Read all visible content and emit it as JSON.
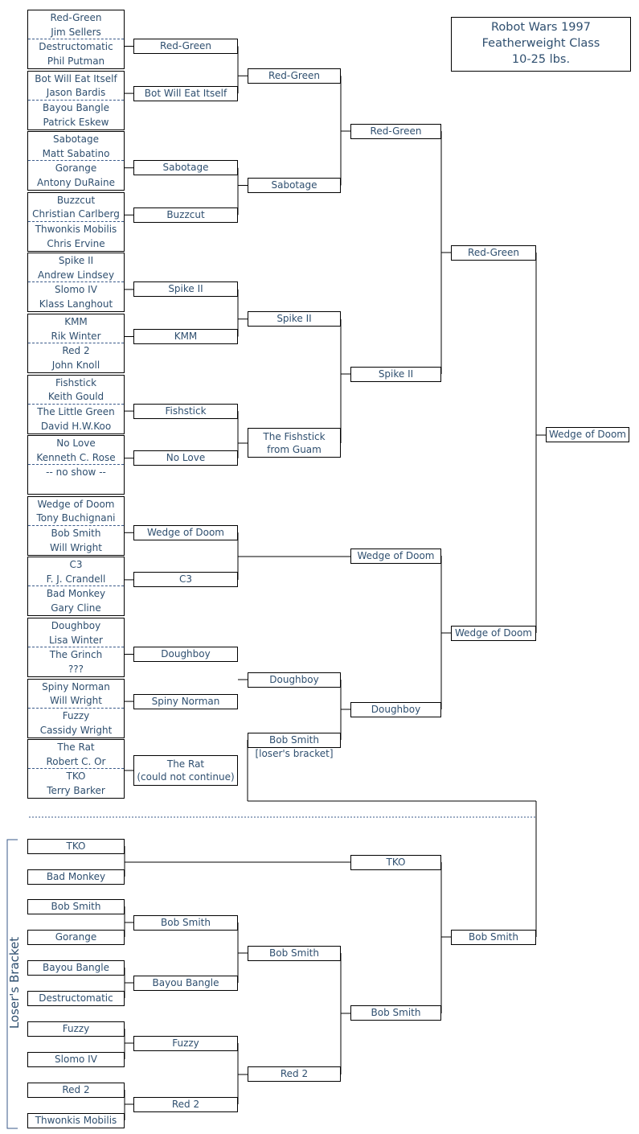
{
  "title": [
    "Robot Wars 1997",
    "Featherweight Class",
    "10-25 lbs."
  ],
  "entries": [
    [
      [
        "Red-Green",
        "Jim Sellers"
      ],
      [
        "Destructomatic",
        "Phil Putman"
      ]
    ],
    [
      [
        "Bot Will Eat Itself",
        "Jason Bardis"
      ],
      [
        "Bayou Bangle",
        "Patrick Eskew"
      ]
    ],
    [
      [
        "Sabotage",
        "Matt Sabatino"
      ],
      [
        "Gorange",
        "Antony DuRaine"
      ]
    ],
    [
      [
        "Buzzcut",
        "Christian Carlberg"
      ],
      [
        "Thwonkis Mobilis",
        "Chris Ervine"
      ]
    ],
    [
      [
        "Spike II",
        "Andrew Lindsey"
      ],
      [
        "Slomo IV",
        "Klass Langhout"
      ]
    ],
    [
      [
        "KMM",
        "Rik Winter"
      ],
      [
        "Red 2",
        "John Knoll"
      ]
    ],
    [
      [
        "Fishstick",
        "Keith Gould"
      ],
      [
        "The Little Green",
        "David H.W.Koo"
      ]
    ],
    [
      [
        "No Love",
        "Kenneth C. Rose"
      ],
      [
        "-- no show --",
        ""
      ]
    ],
    [
      [
        "Wedge of Doom",
        "Tony Buchignani"
      ],
      [
        "Bob Smith",
        "Will Wright"
      ]
    ],
    [
      [
        "C3",
        "F. J. Crandell"
      ],
      [
        "Bad Monkey",
        "Gary Cline"
      ]
    ],
    [
      [
        "Doughboy",
        "Lisa Winter"
      ],
      [
        "The Grinch",
        "???"
      ]
    ],
    [
      [
        "Spiny Norman",
        "Will Wright"
      ],
      [
        "Fuzzy",
        "Cassidy Wright"
      ]
    ],
    [
      [
        "The Rat",
        "Robert C. Or"
      ],
      [
        "TKO",
        "Terry Barker"
      ]
    ]
  ],
  "round1": [
    "Red-Green",
    "Bot Will Eat Itself",
    "Sabotage",
    "Buzzcut",
    "Spike II",
    "KMM",
    "Fishstick",
    "No Love",
    "Wedge of Doom",
    "C3",
    "Doughboy",
    "Spiny Norman",
    [
      "The Rat",
      "(could not continue)"
    ]
  ],
  "round2": [
    "Red-Green",
    "Sabotage",
    "Spike II",
    [
      "The Fishstick",
      "from Guam"
    ],
    "Doughboy",
    "Bob Smith"
  ],
  "round2_note": "[loser's bracket]",
  "round3": [
    "Red-Green",
    "Spike II",
    "Wedge of Doom",
    "Doughboy"
  ],
  "round4": [
    "Red-Green",
    "Wedge of Doom"
  ],
  "champion": "Wedge of Doom",
  "losers": {
    "label": "Loser's Bracket",
    "round1": [
      "TKO",
      "Bad Monkey",
      "Bob Smith",
      "Gorange",
      "Bayou Bangle",
      "Destructomatic",
      "Fuzzy",
      "Slomo IV",
      "Red 2",
      "Thwonkis Mobilis"
    ],
    "round2": [
      "Bob Smith",
      "Bayou Bangle",
      "Fuzzy",
      "Red 2"
    ],
    "round3": [
      "Bob Smith",
      "Red 2"
    ],
    "round4": [
      "TKO",
      "Bob Smith"
    ],
    "final": "Bob Smith"
  }
}
